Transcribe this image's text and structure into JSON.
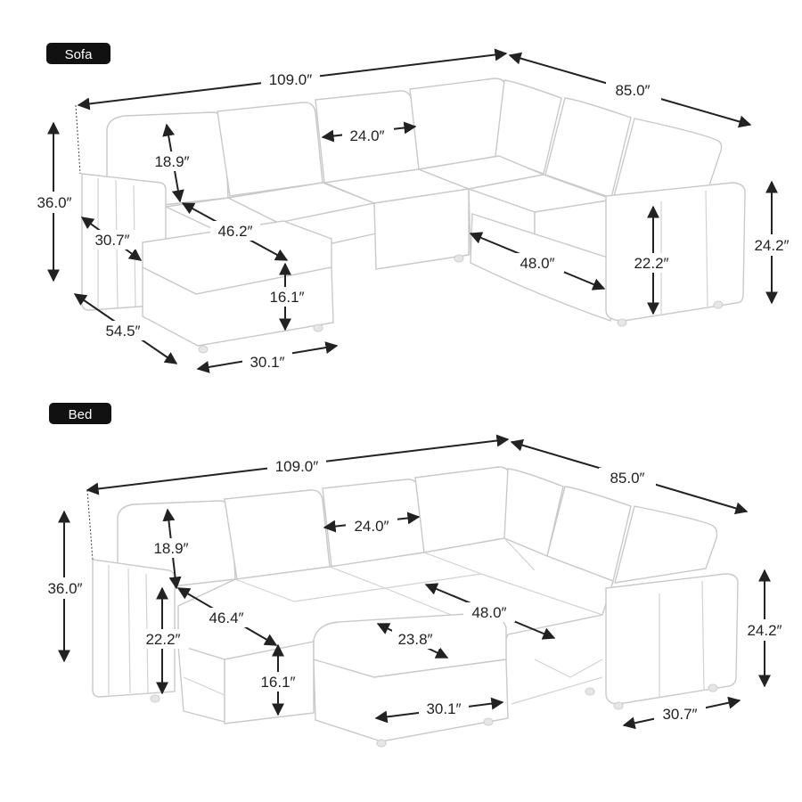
{
  "sofa_view": {
    "label": "Sofa",
    "dimensions": {
      "width_back": "109.0″",
      "depth_right": "85.0″",
      "height_total": "36.0″",
      "back_cushion": "18.9″",
      "cushion_width": "24.0″",
      "chaise_depth": "30.7″",
      "chaise_length": "46.2″",
      "ottoman_height": "16.1″",
      "ottoman_width": "30.1″",
      "chaise_total": "54.5″",
      "seat_depth": "48.0″",
      "seat_height": "22.2″",
      "arm_height": "24.2″"
    }
  },
  "bed_view": {
    "label": "Bed",
    "dimensions": {
      "width_back": "109.0″",
      "depth_right": "85.0″",
      "height_total": "36.0″",
      "back_cushion": "18.9″",
      "cushion_width": "24.0″",
      "bed_length_left": "46.4″",
      "bed_depth": "48.0″",
      "ottoman_depth": "23.8″",
      "seat_height": "22.2″",
      "ottoman_height": "16.1″",
      "ottoman_width": "30.1″",
      "arm_height": "24.2″",
      "arm_width": "30.7″"
    }
  }
}
